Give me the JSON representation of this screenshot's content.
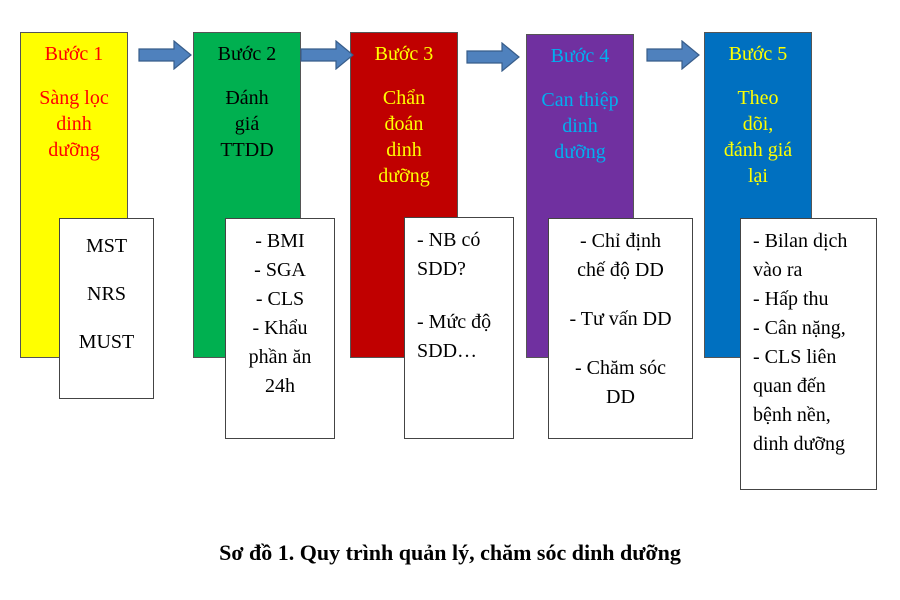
{
  "steps": [
    {
      "title": "Bước 1",
      "desc": [
        "Sàng lọc",
        "dinh",
        "dưỡng"
      ],
      "fill": "#ffff00",
      "title_color": "#ff0000",
      "desc_color": "#ff0000"
    },
    {
      "title": "Bước 2",
      "desc": [
        "Đánh",
        "giá",
        "TTDD"
      ],
      "fill": "#00b050",
      "title_color": "#000000",
      "desc_color": "#000000"
    },
    {
      "title": "Bước 3",
      "desc": [
        "Chẩn",
        "đoán",
        "dinh",
        "dưỡng"
      ],
      "fill": "#c00000",
      "title_color": "#ffff00",
      "desc_color": "#ffff00"
    },
    {
      "title": "Bước 4",
      "desc": [
        "Can thiệp",
        "dinh",
        "dưỡng"
      ],
      "fill": "#7030a0",
      "title_color": "#00b0f0",
      "desc_color": "#00b0f0"
    },
    {
      "title": "Bước 5",
      "desc": [
        "Theo",
        "dõi,",
        "đánh giá",
        "lại"
      ],
      "fill": "#0070c0",
      "title_color": "#ffff00",
      "desc_color": "#ffff00"
    }
  ],
  "details": [
    {
      "lines": [
        "MST",
        "NRS",
        "MUST"
      ]
    },
    {
      "lines": [
        "- BMI",
        "- SGA",
        "- CLS",
        "- Khẩu",
        "phần ăn",
        "24h"
      ]
    },
    {
      "lines": [
        "- NB có",
        "SDD?",
        "- Mức độ",
        "SDD…"
      ]
    },
    {
      "lines": [
        "- Chỉ định",
        "chế độ DD",
        "- Tư vấn DD",
        "- Chăm sóc",
        "DD"
      ]
    },
    {
      "lines": [
        "- Bilan dịch",
        "vào ra",
        "- Hấp thu",
        "- Cân nặng,",
        "- CLS liên",
        "quan đến",
        "bệnh nền,",
        "dinh dưỡng"
      ]
    }
  ],
  "arrow_color": "#4f81bd",
  "caption": "Sơ đồ 1. Quy trình quản lý, chăm sóc dinh dưỡng"
}
